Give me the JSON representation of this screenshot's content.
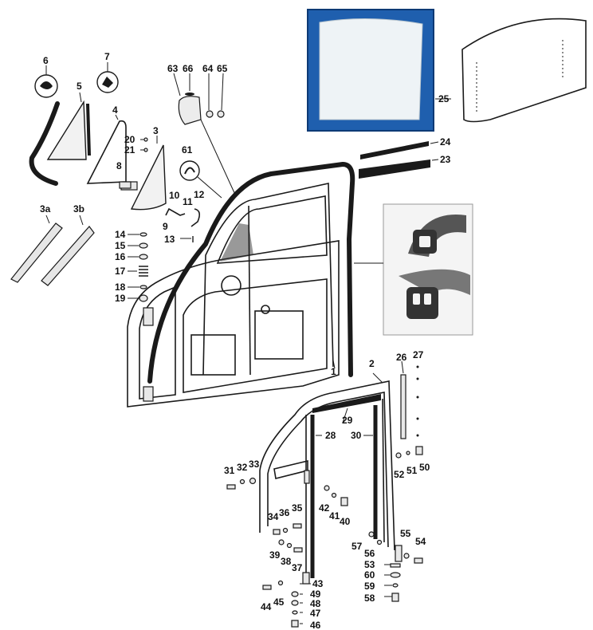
{
  "diagram": {
    "callouts": {
      "c1": "1",
      "c2": "2",
      "c3": "3",
      "c3a": "3a",
      "c3b": "3b",
      "c4": "4",
      "c5": "5",
      "c6": "6",
      "c7": "7",
      "c8": "8",
      "c9": "9",
      "c10": "10",
      "c11": "11",
      "c12": "12",
      "c13": "13",
      "c14": "14",
      "c15": "15",
      "c16": "16",
      "c17": "17",
      "c18": "18",
      "c19": "19",
      "c20": "20",
      "c21": "21",
      "c23": "23",
      "c24": "24",
      "c25": "25",
      "c26": "26",
      "c27": "27",
      "c28": "28",
      "c29": "29",
      "c30": "30",
      "c31": "31",
      "c32": "32",
      "c33": "33",
      "c34": "34",
      "c35": "35",
      "c36": "36",
      "c37": "37",
      "c38": "38",
      "c39": "39",
      "c40": "40",
      "c41": "41",
      "c42": "42",
      "c43": "43",
      "c44": "44",
      "c45": "45",
      "c46": "46",
      "c47": "47",
      "c48": "48",
      "c49": "49",
      "c50": "50",
      "c51": "51",
      "c52": "52",
      "c53": "53",
      "c54": "54",
      "c55": "55",
      "c56": "56",
      "c57": "57",
      "c58": "58",
      "c59": "59",
      "c60": "60",
      "c61": "61",
      "c63": "63",
      "c64": "64",
      "c65": "65",
      "c66": "66"
    },
    "colors": {
      "photo_background": "#1f5fae",
      "glass_panel": "#eef3f6",
      "line_art": "#1a1a1a",
      "seal_photo_bg": "#f4f4f4"
    }
  }
}
